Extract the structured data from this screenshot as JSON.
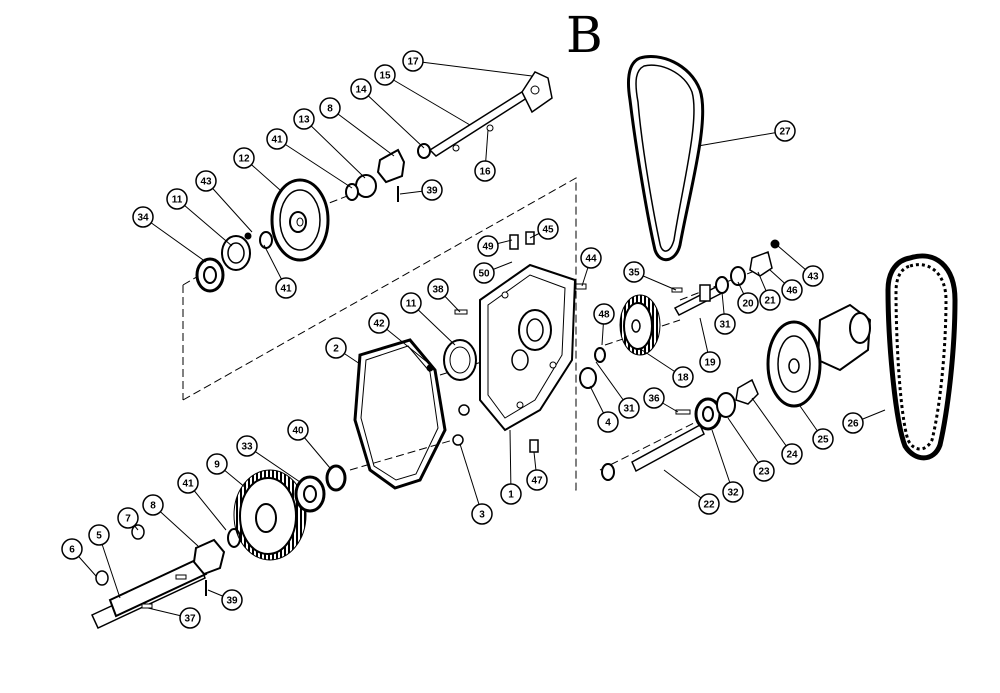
{
  "diagram": {
    "title": "B",
    "callouts": [
      {
        "label": "17"
      },
      {
        "label": "15"
      },
      {
        "label": "14"
      },
      {
        "label": "8"
      },
      {
        "label": "13"
      },
      {
        "label": "41"
      },
      {
        "label": "12"
      },
      {
        "label": "43"
      },
      {
        "label": "11"
      },
      {
        "label": "34"
      },
      {
        "label": "41"
      },
      {
        "label": "39"
      },
      {
        "label": "16"
      },
      {
        "label": "27"
      },
      {
        "label": "49"
      },
      {
        "label": "45"
      },
      {
        "label": "50"
      },
      {
        "label": "44"
      },
      {
        "label": "35"
      },
      {
        "label": "43"
      },
      {
        "label": "46"
      },
      {
        "label": "21"
      },
      {
        "label": "20"
      },
      {
        "label": "31"
      },
      {
        "label": "38"
      },
      {
        "label": "11"
      },
      {
        "label": "42"
      },
      {
        "label": "48"
      },
      {
        "label": "19"
      },
      {
        "label": "18"
      },
      {
        "label": "2"
      },
      {
        "label": "31"
      },
      {
        "label": "4"
      },
      {
        "label": "36"
      },
      {
        "label": "1"
      },
      {
        "label": "3"
      },
      {
        "label": "47"
      },
      {
        "label": "40"
      },
      {
        "label": "33"
      },
      {
        "label": "9"
      },
      {
        "label": "41"
      },
      {
        "label": "8"
      },
      {
        "label": "7"
      },
      {
        "label": "5"
      },
      {
        "label": "6"
      },
      {
        "label": "39"
      },
      {
        "label": "37"
      },
      {
        "label": "22"
      },
      {
        "label": "32"
      },
      {
        "label": "23"
      },
      {
        "label": "24"
      },
      {
        "label": "25"
      },
      {
        "label": "26"
      }
    ]
  }
}
